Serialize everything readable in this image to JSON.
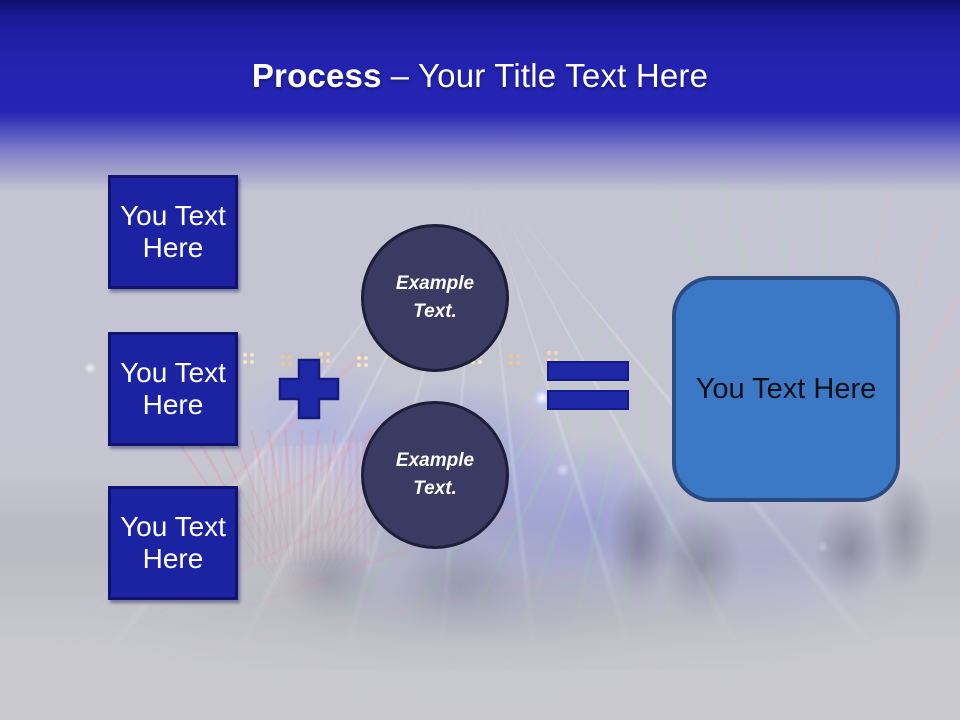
{
  "slide": {
    "title": {
      "bold": "Process",
      "rest": "– Your Title Text Here"
    },
    "input_boxes": [
      {
        "label": "You Text Here"
      },
      {
        "label": "You Text Here"
      },
      {
        "label": "You Text Here"
      }
    ],
    "example_circles": [
      {
        "label": "Example Text."
      },
      {
        "label": "Example Text."
      }
    ],
    "result_box": {
      "label": "You Text Here"
    },
    "icons": {
      "plus": "plus-shape",
      "equals": "equals-shape"
    },
    "colors": {
      "header_blue": "#2525b4",
      "title_text": "#ffffff",
      "box_fill": "#1c23a2",
      "box_border": "#10146e",
      "operator_fill": "#1e27a6",
      "operator_border": "#141a80",
      "circle_fill": "#3a3a62",
      "circle_border": "#1e1e38",
      "result_fill": "#3b79c6",
      "result_border": "#2a4a80",
      "background": "#c6c6d2"
    }
  }
}
